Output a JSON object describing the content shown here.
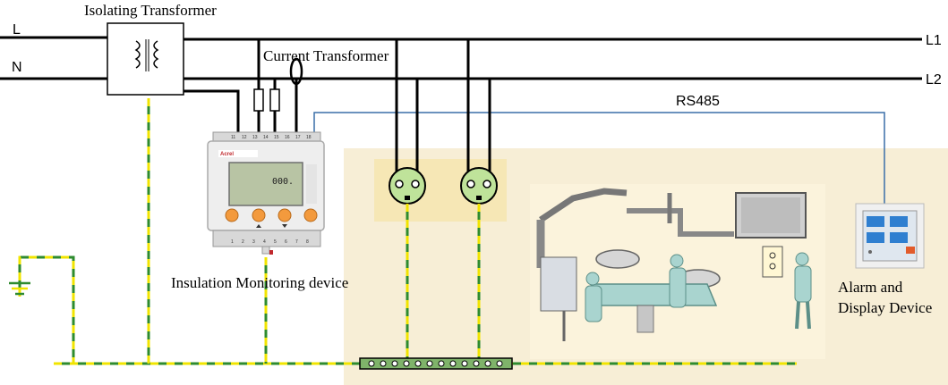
{
  "labels": {
    "isolating_transformer": "Isolating Transformer",
    "current_transformer": "Current Transformer",
    "line_l": "L",
    "line_n": "N",
    "line_l1": "L1",
    "line_l2": "L2",
    "rs485": "RS485",
    "insulation_monitor": "Insulation Monitoring device",
    "alarm_line1": "Alarm and",
    "alarm_line2": "Display Device"
  },
  "device": {
    "brand": "Acrel",
    "top_terminals": [
      "11",
      "12",
      "13",
      "14",
      "15",
      "16",
      "17",
      "18"
    ],
    "bottom_terminals": [
      "1",
      "2",
      "3",
      "4",
      "5",
      "6",
      "7",
      "8"
    ],
    "lcd_reading": "000."
  },
  "colors": {
    "room_background": "#f7eed6",
    "outlet_highlight": "#f6e7b5",
    "outlet_fill": "#bfe39a",
    "ground_green": "#2e8b2e",
    "ground_yellow": "#f1e400",
    "rs485_wire": "#3a6fa8",
    "button_orange": "#f39a3d",
    "alarm_panel_blue": "#2f7fd0"
  }
}
